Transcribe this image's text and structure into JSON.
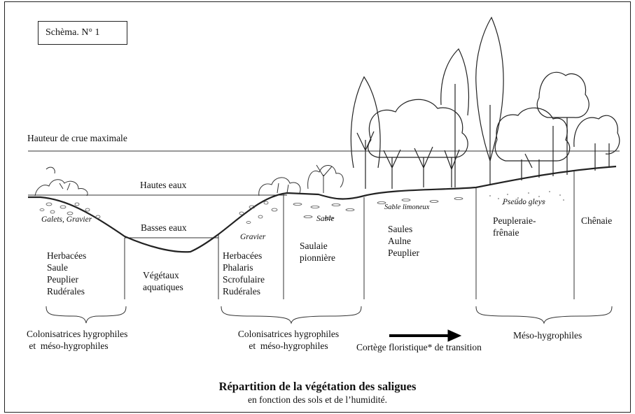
{
  "schema_label": "Schèma. N° 1",
  "levels": {
    "crue": "Hauteur de crue maximale",
    "hautes": "Hautes eaux",
    "basses": "Basses eaux"
  },
  "substrates": {
    "galets": "Galets, Gravier",
    "gravier": "Gravier",
    "sable": "Sable",
    "sable_limoneux": "Sable limoneux",
    "pseudo_gleys": "Pseüdo gleys"
  },
  "zones": {
    "z1": [
      "Herbacées",
      "Saule",
      "Peuplier",
      "Rudérales"
    ],
    "z2": [
      "Végétaux",
      "aquatiques"
    ],
    "z3": [
      "Herbacées",
      "Phalaris",
      "Scrofulaire",
      "Rudérales"
    ],
    "z4": [
      "Saulaie",
      "pionnière"
    ],
    "z5": [
      "Saules",
      "Aulne",
      "Peuplier"
    ],
    "z6": [
      "Peupleraie-",
      "frênaie"
    ],
    "z7": "Chênaie"
  },
  "groups": {
    "g1": [
      "Colonisatrices hygrophiles",
      " et  méso-hygrophiles"
    ],
    "g2": [
      "Colonisatrices hygrophiles",
      "et  méso-hygrophiles"
    ],
    "g3": "Cortège floristique* de transition",
    "g4": "Méso-hygrophiles"
  },
  "title": "Répartition de la végétation des saligues",
  "subtitle": "en fonction des sols et de l’humidité."
}
